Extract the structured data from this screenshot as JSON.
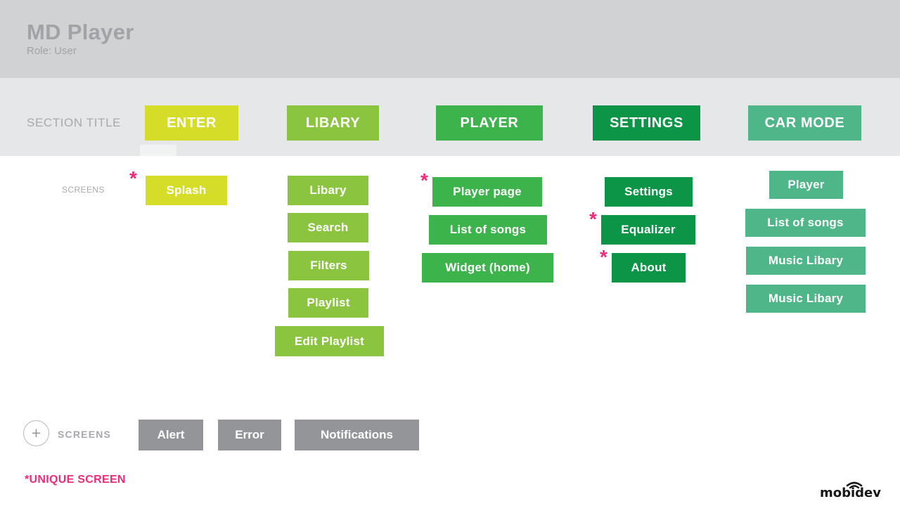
{
  "header": {
    "title": "MD Player",
    "subtitle": "Role: User"
  },
  "labels": {
    "section_title": "SECTION TITLE",
    "screens_row": "SCREENS",
    "unique_marker": "*",
    "plus": "+",
    "footnote": "*UNIQUE SCREEN"
  },
  "sections": [
    {
      "label": "ENTER",
      "color": "#d5dd28"
    },
    {
      "label": "LIBARY",
      "color": "#8bc53f"
    },
    {
      "label": "PLAYER",
      "color": "#3db34c"
    },
    {
      "label": "SETTINGS",
      "color": "#0c9447"
    },
    {
      "label": "CAR MODE",
      "color": "#4eb688"
    }
  ],
  "columns": [
    {
      "section": "ENTER",
      "screens": [
        {
          "label": "Splash",
          "unique": true
        }
      ]
    },
    {
      "section": "LIBARY",
      "screens": [
        {
          "label": "Libary"
        },
        {
          "label": "Search"
        },
        {
          "label": "Filters"
        },
        {
          "label": "Playlist"
        },
        {
          "label": "Edit Playlist"
        }
      ]
    },
    {
      "section": "PLAYER",
      "screens": [
        {
          "label": "Player page",
          "unique": true
        },
        {
          "label": "List of songs"
        },
        {
          "label": "Widget (home)"
        }
      ]
    },
    {
      "section": "SETTINGS",
      "screens": [
        {
          "label": "Settings"
        },
        {
          "label": "Equalizer",
          "unique": true
        },
        {
          "label": "About",
          "unique": true
        }
      ]
    },
    {
      "section": "CAR MODE",
      "screens": [
        {
          "label": "Player"
        },
        {
          "label": "List of songs"
        },
        {
          "label": "Music Libary"
        },
        {
          "label": "Music Libary"
        }
      ]
    }
  ],
  "extra_screens": {
    "label": "SCREENS",
    "items": [
      {
        "label": "Alert"
      },
      {
        "label": "Error"
      },
      {
        "label": "Notifications"
      }
    ]
  },
  "logo": {
    "text": "mobidev"
  },
  "colors": {
    "header_bg": "#d1d2d4",
    "strip_bg": "#e6e7e8",
    "page_bg": "#ffffff",
    "extra_button_gray": "#939598",
    "accent_pink": "#ee2a7b",
    "muted_label_gray": "#a7a9ac",
    "button_text": "#ffffff",
    "logo_black": "#161616"
  }
}
